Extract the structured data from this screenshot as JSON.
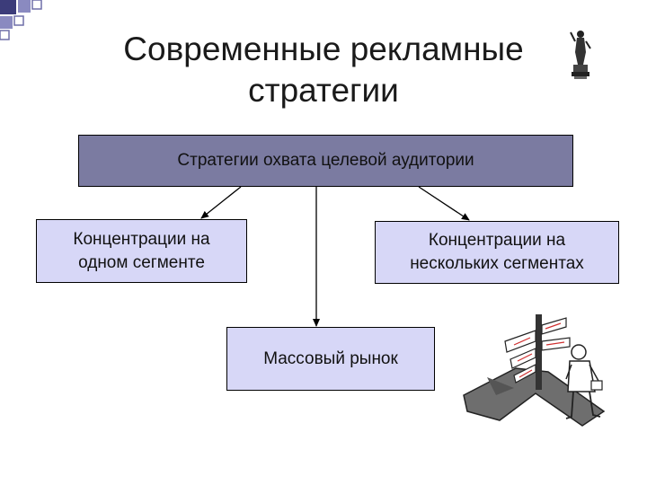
{
  "slide": {
    "title_line1": "Современные рекламные",
    "title_line2": "стратегии"
  },
  "diagram": {
    "root": "Стратегии охвата целевой аудитории",
    "left_line1": "Концентрации на",
    "left_line2": "одном сегменте",
    "right_line1": "Концентрации на",
    "right_line2": "нескольких сегментах",
    "middle": "Массовый рынок"
  },
  "colors": {
    "root_fill": "#7b7ba1",
    "child_fill": "#d7d7f7",
    "corner_squares": "#4a4a8c"
  }
}
